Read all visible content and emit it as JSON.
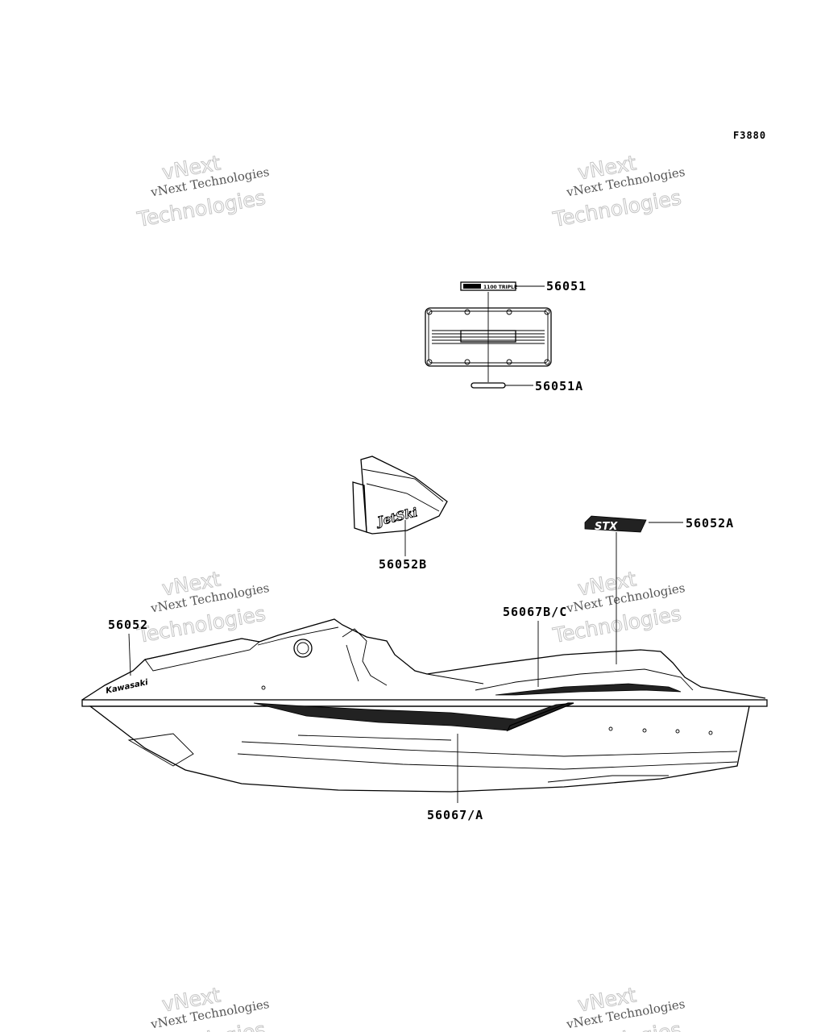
{
  "figure": {
    "code": "F3880"
  },
  "parts": [
    {
      "id": "56051"
    },
    {
      "id": "56051A"
    },
    {
      "id": "56052A"
    },
    {
      "id": "56052B"
    },
    {
      "id": "56052"
    },
    {
      "id": "56067B/C"
    },
    {
      "id": "56067/A"
    }
  ],
  "decal_text": {
    "jetski": "JetSki",
    "stx": "STX",
    "kawasaki": "Kawasaki",
    "emblem": "1100 TRIPLE"
  },
  "watermark": {
    "line1": "vNext",
    "line2": "vNext Technologies",
    "line3": "Technologies"
  }
}
